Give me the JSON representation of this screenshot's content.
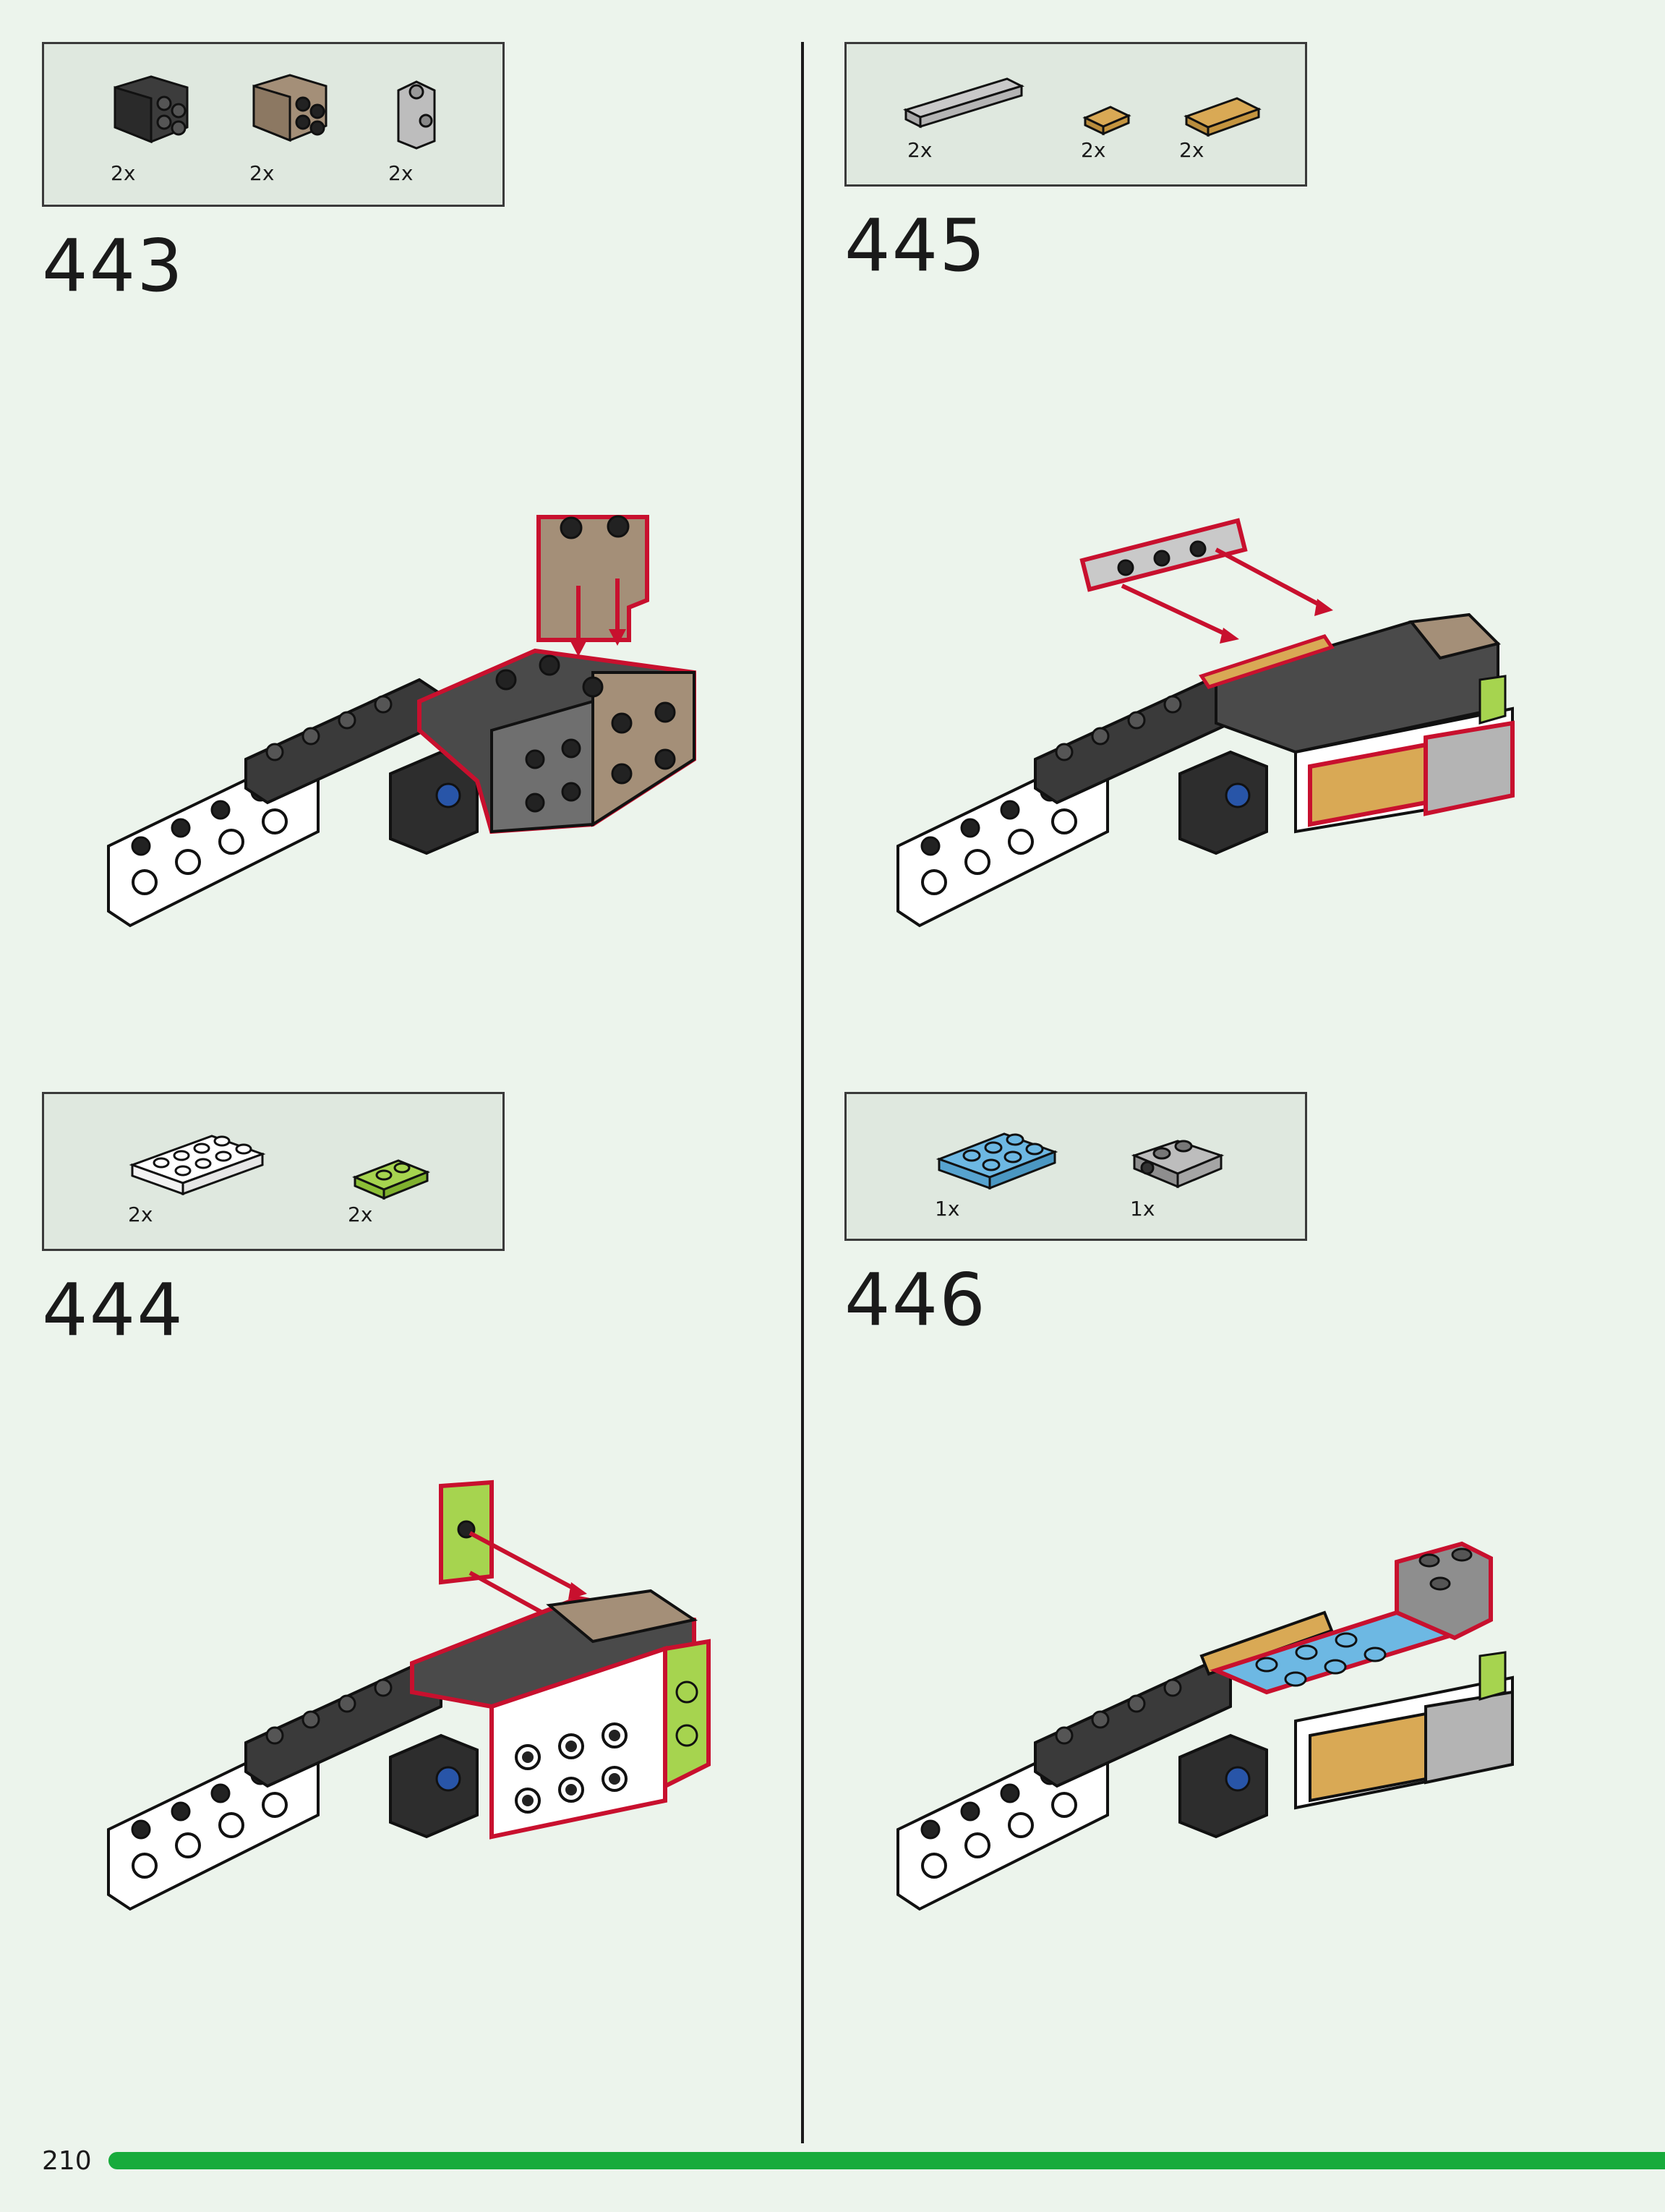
{
  "page": {
    "number": "210"
  },
  "colors": {
    "accent": "#18ab3c",
    "highlight": "#c8102e"
  },
  "steps": [
    {
      "number": "443",
      "parts": [
        {
          "qty": "2x",
          "icon": "dark-gray-bracket-icon"
        },
        {
          "qty": "2x",
          "icon": "tan-bracket-icon"
        },
        {
          "qty": "2x",
          "icon": "light-gray-bracket-icon"
        }
      ]
    },
    {
      "number": "444",
      "parts": [
        {
          "qty": "2x",
          "icon": "white-plate-2x4-icon"
        },
        {
          "qty": "2x",
          "icon": "lime-plate-1x2-icon"
        }
      ]
    },
    {
      "number": "445",
      "parts": [
        {
          "qty": "2x",
          "icon": "light-gray-tile-1x4-icon"
        },
        {
          "qty": "2x",
          "icon": "tan-tile-1x1-icon"
        },
        {
          "qty": "2x",
          "icon": "tan-tile-1x2-icon"
        }
      ]
    },
    {
      "number": "446",
      "parts": [
        {
          "qty": "1x",
          "icon": "light-blue-plate-2x3-icon"
        },
        {
          "qty": "1x",
          "icon": "light-gray-bracket-plate-icon"
        }
      ]
    }
  ]
}
